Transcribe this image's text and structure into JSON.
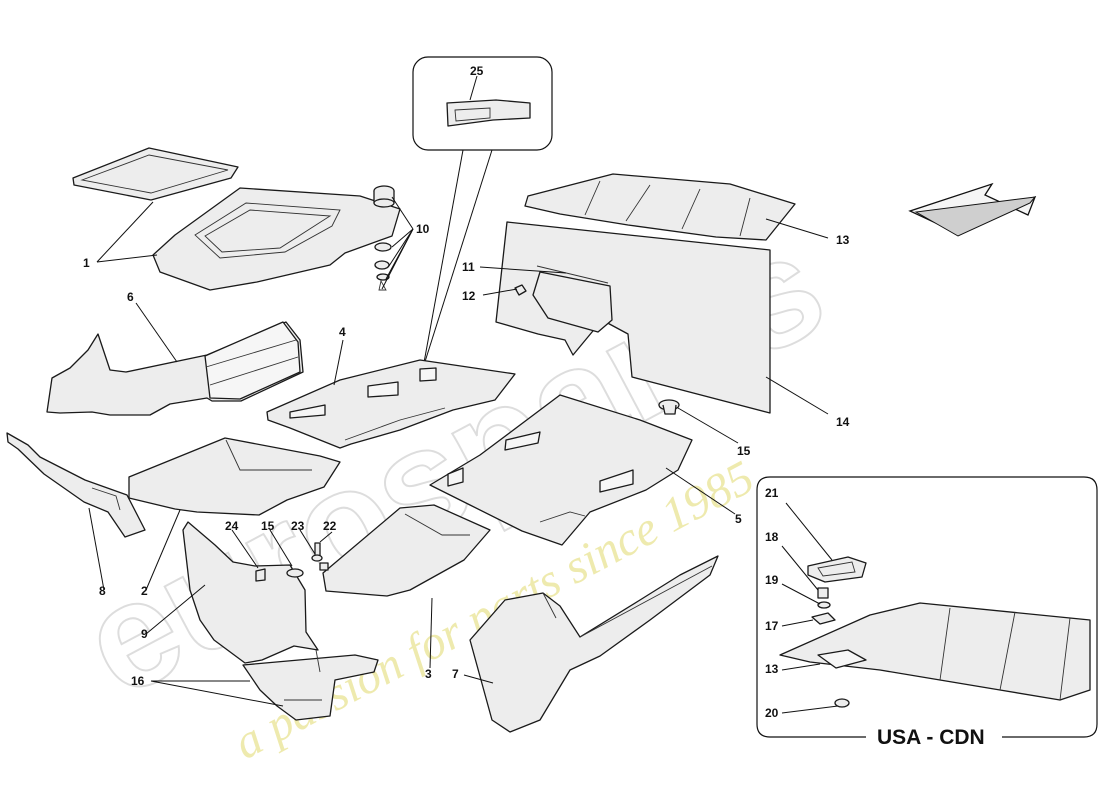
{
  "watermark": {
    "brand": "eurospares",
    "tagline": "a passion for parts since 1985"
  },
  "inset": {
    "title": "USA - CDN"
  },
  "callouts": {
    "c1": "1",
    "c2": "2",
    "c3": "3",
    "c4": "4",
    "c5": "5",
    "c6": "6",
    "c7": "7",
    "c8": "8",
    "c9": "9",
    "c10": "10",
    "c11": "11",
    "c12": "12",
    "c13": "13",
    "c14": "14",
    "c15": "15",
    "c15b": "15",
    "c16": "16",
    "c22": "22",
    "c23": "23",
    "c24": "24",
    "c25": "25",
    "ic21": "21",
    "ic18": "18",
    "ic19": "19",
    "ic17": "17",
    "ic13": "13",
    "ic20": "20"
  }
}
